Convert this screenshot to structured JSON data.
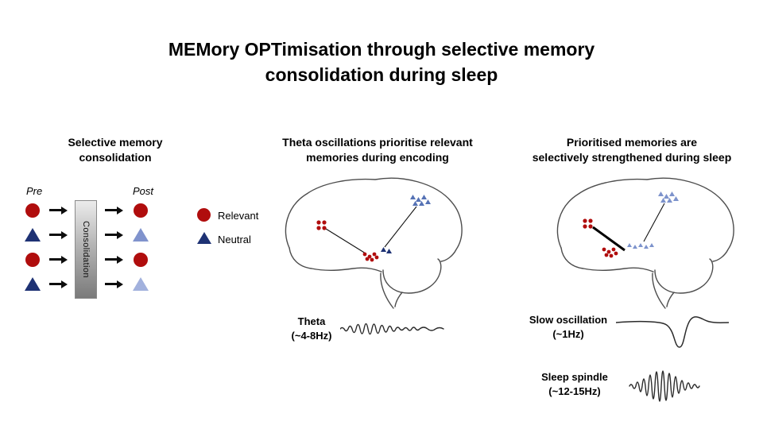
{
  "title": {
    "line1": "MEMory OPTimisation through selective memory",
    "line2": "consolidation during sleep"
  },
  "left_panel": {
    "heading_line1": "Selective memory",
    "heading_line2": "consolidation",
    "pre_label": "Pre",
    "post_label": "Post",
    "consolidation_label": "Consolidation",
    "legend": {
      "relevant_label": "Relevant",
      "neutral_label": "Neutral"
    },
    "rows": [
      {
        "pre": "relevant-circle",
        "post": "relevant-circle"
      },
      {
        "pre": "neutral-triangle",
        "post": "neutral-triangle-faded"
      },
      {
        "pre": "relevant-circle",
        "post": "relevant-circle"
      },
      {
        "pre": "neutral-triangle",
        "post": "neutral-triangle-more-faded"
      }
    ]
  },
  "middle_panel": {
    "heading_line1": "Theta oscillations prioritise relevant",
    "heading_line2": "memories during encoding",
    "wave_label_line1": "Theta",
    "wave_label_line2": "(~4-8Hz)"
  },
  "right_panel": {
    "heading_line1": "Prioritised memories are",
    "heading_line2": "selectively strengthened during sleep",
    "slow_oscillation_label_line1": "Slow oscillation",
    "slow_oscillation_label_line2": "(~1Hz)",
    "spindle_label_line1": "Sleep spindle",
    "spindle_label_line2": "(~12-15Hz)"
  },
  "colors": {
    "relevant_red": "#b00d0d",
    "neutral_blue_dark": "#1e3274",
    "neutral_blue_medium": "#5572b5",
    "neutral_blue_light": "#7d93cc",
    "post_triangle_faded": "#8093cd",
    "post_triangle_more_faded": "#a2b1dd",
    "brain_outline": "#4d4d4d",
    "wave_stroke": "#2b2b2b"
  }
}
